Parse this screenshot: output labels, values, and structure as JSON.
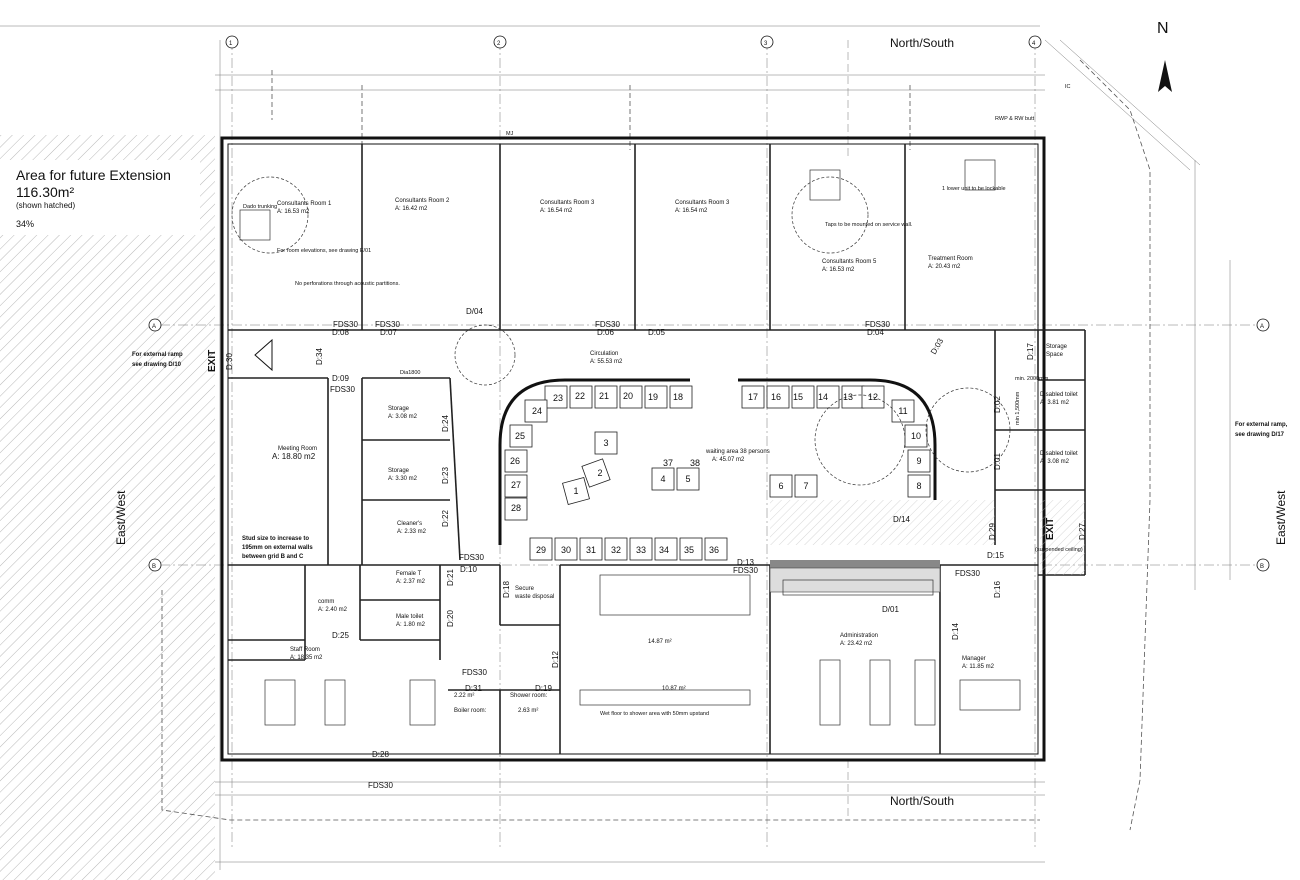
{
  "future_extension": {
    "title": "Area for future Extension",
    "area": "116.30m²",
    "note": "(shown hatched)",
    "percent": "34%"
  },
  "north_label": "N",
  "axes": {
    "north_south": "North/South",
    "east_west": "East/West"
  },
  "grid": {
    "cols": [
      "1",
      "2",
      "3",
      "4"
    ],
    "rows": [
      "A",
      "B"
    ]
  },
  "external_ramp_left": [
    "For external ramp",
    "see drawing D/10"
  ],
  "external_ramp_right": [
    "For external ramp,",
    "see drawing D/17"
  ],
  "exit_label": "EXIT",
  "stud_note": [
    "Stud size to increase to",
    "195mm on external walls",
    "between grid B and C"
  ],
  "rooms": [
    {
      "name": "Consultants Room 1",
      "area": "A: 16.53 m2"
    },
    {
      "name": "Consultants Room 2",
      "area": "A: 16.42 m2"
    },
    {
      "name": "Consultants Room 3",
      "area": "A: 16.54 m2"
    },
    {
      "name": "Consultants Room 3",
      "area": "A: 16.54 m2"
    },
    {
      "name": "Consultants Room 5",
      "area": "A: 16.53 m2"
    },
    {
      "name": "Treatment Room",
      "area": "A: 20.43 m2"
    },
    {
      "name": "Meeting Room",
      "area": "A: 18.80 m2"
    },
    {
      "name": "Circulation",
      "area": "A: 55.53 m2"
    },
    {
      "name": "Storage",
      "area": "A: 3.08 m2"
    },
    {
      "name": "Storage",
      "area": "A: 3.30 m2"
    },
    {
      "name": "Cleaner's",
      "area": "A: 2.33 m2"
    },
    {
      "name": "Female T",
      "area": "A: 2.37 m2"
    },
    {
      "name": "comm",
      "area": "A: 2.40 m2"
    },
    {
      "name": "Male toilet",
      "area": "A: 1.80 m2"
    },
    {
      "name": "Staff Room",
      "area": "A: 18.35 m2"
    },
    {
      "name": "Disabled toilet",
      "area": "A: 3.81 m2"
    },
    {
      "name": "Disabled toilet",
      "area": "A: 3.08 m2"
    },
    {
      "name": "Administration",
      "area": "A: 23.42 m2"
    },
    {
      "name": "Manager",
      "area": "A: 11.85 m2"
    }
  ],
  "waiting_area": "waiting area 38 persons",
  "waiting_area_size": "A: 45.07 m2",
  "secure_waste": [
    "Secure",
    "waste disposal"
  ],
  "shower_room": [
    "Shower room:",
    "2.63 m²"
  ],
  "boiler_room": [
    "2.22 m²",
    "Boiler room:"
  ],
  "storage_space": [
    "Storage",
    "Space"
  ],
  "areas_small": [
    "14.87 m²",
    "10.87 m²"
  ],
  "seat_numbers": [
    "1",
    "2",
    "3",
    "4",
    "5",
    "6",
    "7",
    "8",
    "9",
    "10",
    "11",
    "12",
    "13",
    "14",
    "15",
    "16",
    "17",
    "18",
    "19",
    "20",
    "21",
    "22",
    "23",
    "24",
    "25",
    "26",
    "27",
    "28",
    "29",
    "30",
    "31",
    "32",
    "33",
    "34",
    "35",
    "36",
    "37",
    "38"
  ],
  "doors": [
    "D:08",
    "D:07",
    "D:06",
    "D:05",
    "D:04",
    "D:09",
    "D:30",
    "D:34",
    "D:24",
    "D:23",
    "D:22",
    "D:21",
    "D:20",
    "D:25",
    "D:10",
    "D:18",
    "D:12",
    "D:19",
    "D:31",
    "D:28",
    "D:13",
    "D:14",
    "D:15",
    "D:16",
    "D:17",
    "D:02",
    "D:01",
    "D:03",
    "D:27",
    "D:29",
    "D/14",
    "D/01",
    "D/04"
  ],
  "fds_labels": [
    "FDS30"
  ],
  "misc_notes": [
    "Dado trunking",
    "For room elevations, see drawing E/01",
    "No perforations through acoustic partitions.",
    "Taps to be mounted on service wall.",
    "1 lower unit to be lockable",
    "Wet floor to shower area with 50mm upstand",
    "RWP & RW butt",
    "Dia1800",
    "min. 2000mm",
    "min 1,500mm",
    "MJ",
    "IC",
    "(suspended ceiling)"
  ]
}
